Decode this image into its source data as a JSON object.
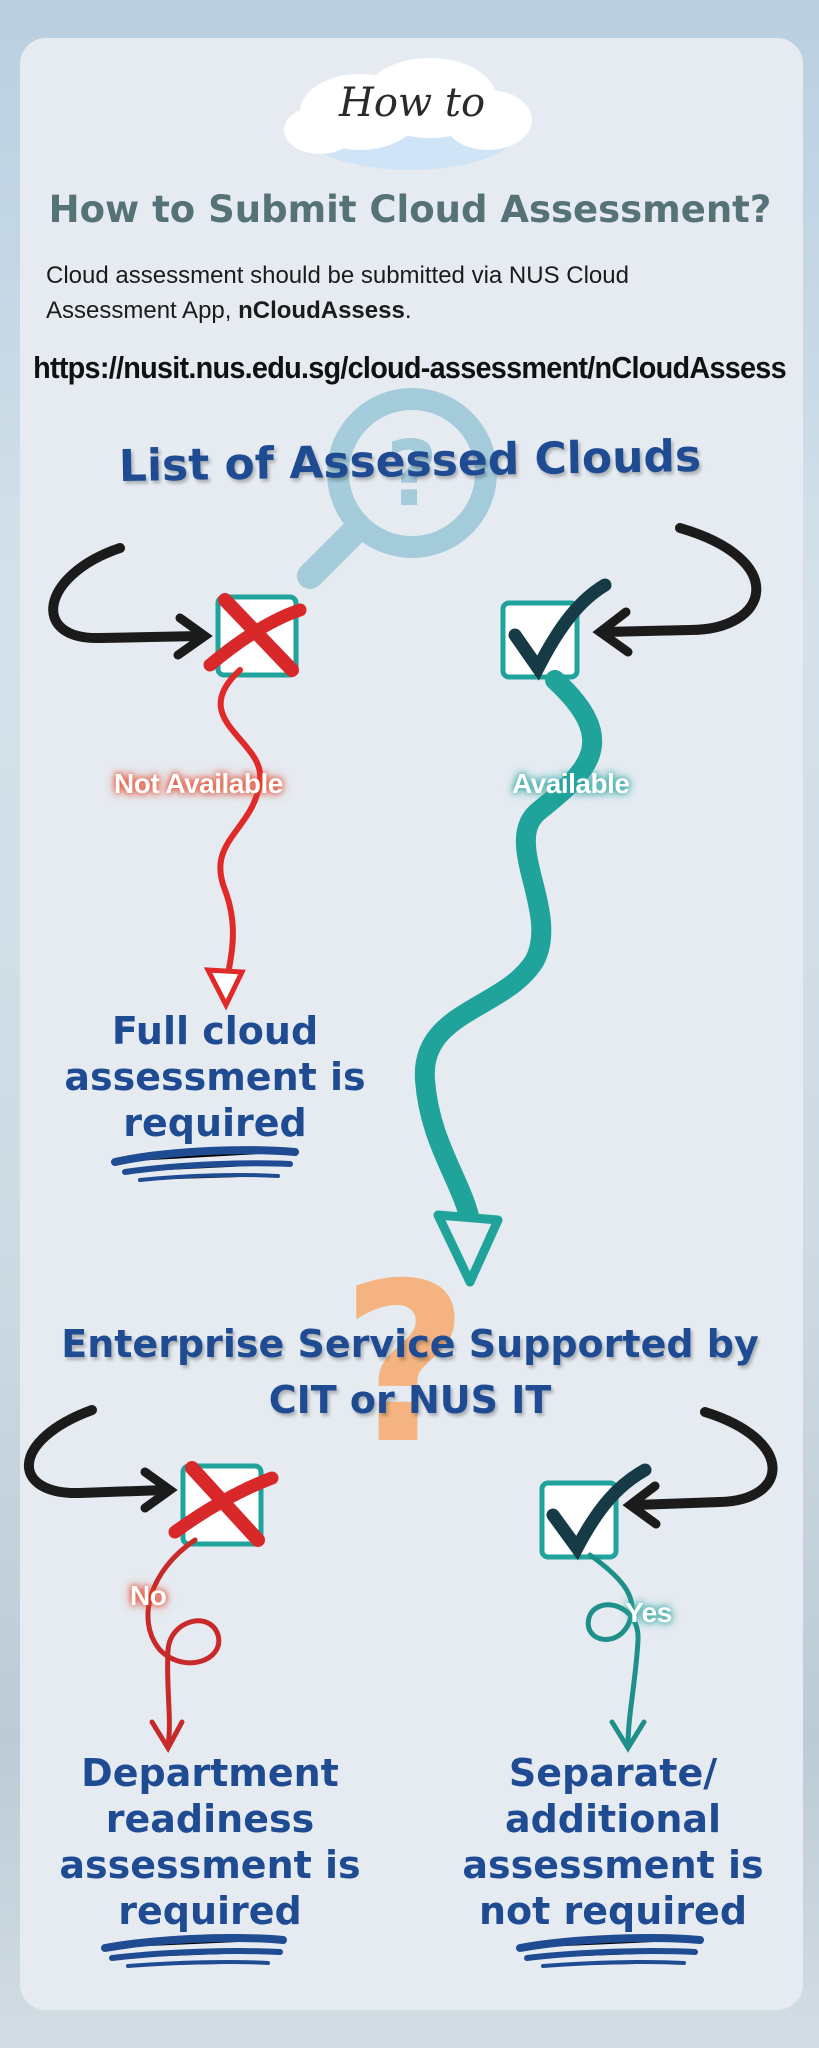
{
  "badge": {
    "text": "How to"
  },
  "header": {
    "title": "How to Submit Cloud Assessment?",
    "intro_line1": "Cloud assessment should be submitted via NUS Cloud",
    "intro_line2_prefix": "Assessment App, ",
    "intro_app_name": "nCloudAssess",
    "intro_line2_suffix": ".",
    "url": "https://nusit.nus.edu.sg/cloud-assessment/nCloudAssess"
  },
  "section1": {
    "heading": "List of Assessed Clouds",
    "left_label": "Not Available",
    "right_label": "Available",
    "left_outcome": [
      "Full cloud",
      "assessment is",
      "required"
    ]
  },
  "section2": {
    "heading_line1": "Enterprise Service Supported by",
    "heading_line2": "CIT or NUS IT",
    "left_label": "No",
    "right_label": "Yes",
    "left_outcome": [
      "Department",
      "readiness",
      "assessment is",
      "required"
    ],
    "right_outcome": [
      "Separate/",
      "additional",
      "assessment is",
      "not required"
    ]
  },
  "colors": {
    "red": "#e02a2a",
    "teal": "#1fa39b",
    "navy": "#1f4b92",
    "title_grey": "#557277",
    "orange": "#f6ad74"
  }
}
